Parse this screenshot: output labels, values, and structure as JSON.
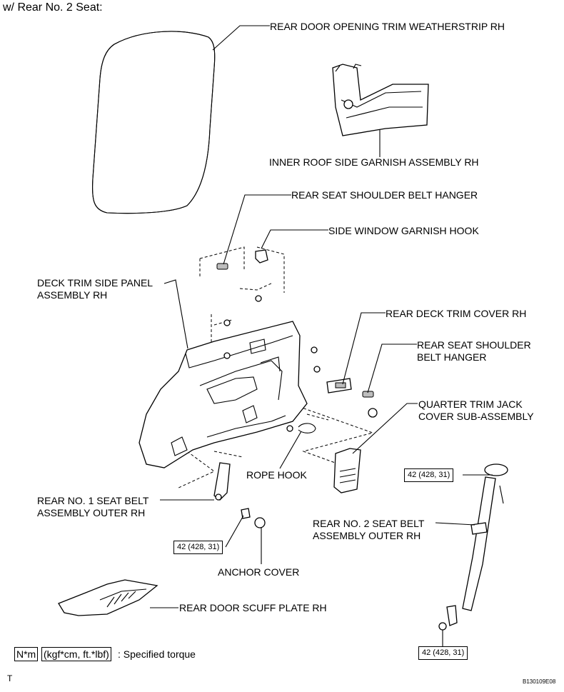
{
  "heading": "w/ Rear No. 2 Seat:",
  "labels": {
    "rear_door_opening_trim_weatherstrip": "REAR DOOR OPENING TRIM WEATHERSTRIP RH",
    "inner_roof_side_garnish": "INNER ROOF SIDE GARNISH ASSEMBLY RH",
    "rear_seat_shoulder_belt_hanger_top": "REAR SEAT SHOULDER BELT HANGER",
    "side_window_garnish_hook": "SIDE WINDOW GARNISH HOOK",
    "deck_trim_side_panel_1": "DECK TRIM SIDE PANEL",
    "deck_trim_side_panel_2": "ASSEMBLY RH",
    "rear_deck_trim_cover": "REAR DECK TRIM COVER RH",
    "rear_seat_shoulder_belt_hanger_1": "REAR SEAT SHOULDER",
    "rear_seat_shoulder_belt_hanger_2": "BELT HANGER",
    "quarter_trim_jack_cover_1": "QUARTER TRIM JACK",
    "quarter_trim_jack_cover_2": "COVER SUB-ASSEMBLY",
    "rope_hook": "ROPE HOOK",
    "rear_no1_seat_belt_1": "REAR NO. 1 SEAT BELT",
    "rear_no1_seat_belt_2": "ASSEMBLY OUTER RH",
    "rear_no2_seat_belt_1": "REAR NO. 2 SEAT BELT",
    "rear_no2_seat_belt_2": "ASSEMBLY OUTER RH",
    "anchor_cover": "ANCHOR COVER",
    "rear_door_scuff_plate": "REAR DOOR SCUFF PLATE RH"
  },
  "torque": {
    "left_anchor": "42 (428, 31)",
    "right_upper": "42 (428, 31)",
    "right_lower": "42 (428, 31)"
  },
  "legend": {
    "unit_box_1": "N*m",
    "unit_box_2": "(kgf*cm, ft.*lbf)",
    "text": ": Specified torque"
  },
  "footer": {
    "corner_mark": "T",
    "figure_id": "B130109E08"
  }
}
